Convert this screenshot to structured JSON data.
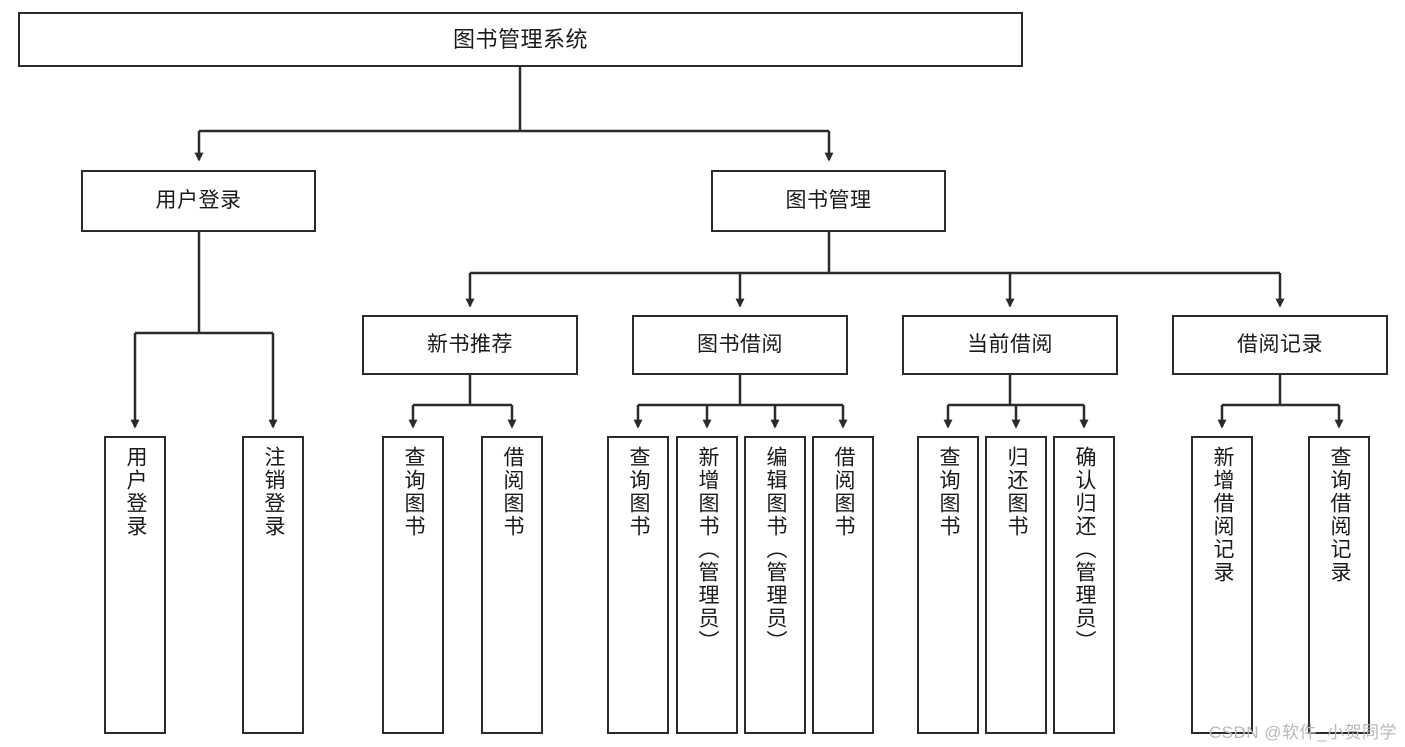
{
  "diagram": {
    "title": "图书管理系统",
    "type": "hierarchy-tree",
    "colors": {
      "stroke": "#2b2b2b",
      "fill": "#ffffff",
      "text": "#1a1a1a",
      "watermark": "#b9b9b9"
    }
  },
  "nodes": {
    "root": {
      "label": "图书管理系统"
    },
    "level2": [
      {
        "label": "用户登录"
      },
      {
        "label": "图书管理"
      }
    ],
    "level3": [
      {
        "label": "新书推荐"
      },
      {
        "label": "图书借阅"
      },
      {
        "label": "当前借阅"
      },
      {
        "label": "借阅记录"
      }
    ],
    "leaves": {
      "user_login": [
        {
          "label": "用户登录"
        },
        {
          "label": "注销登录"
        }
      ],
      "new_book": [
        {
          "label": "查询图书"
        },
        {
          "label": "借阅图书"
        }
      ],
      "book_borrow": [
        {
          "label": "查询图书"
        },
        {
          "label": "新增图书（管理员）"
        },
        {
          "label": "编辑图书（管理员）"
        },
        {
          "label": "借阅图书"
        }
      ],
      "current_borrow": [
        {
          "label": "查询图书"
        },
        {
          "label": "归还图书"
        },
        {
          "label": "确认归还（管理员）"
        }
      ],
      "borrow_record": [
        {
          "label": "新增借阅记录"
        },
        {
          "label": "查询借阅记录"
        }
      ]
    }
  },
  "watermark": {
    "text": "CSDN @软件_小贺同学"
  }
}
